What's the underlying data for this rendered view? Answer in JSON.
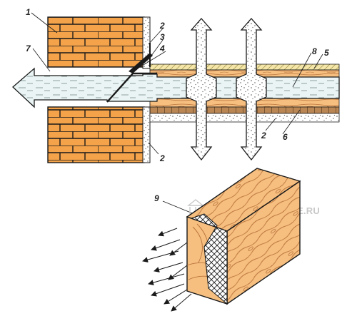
{
  "watermark": {
    "text": "PARTHENON-HOUSE.RU",
    "logo_icon": "temple-icon"
  },
  "callouts": {
    "n1": "1",
    "n2_top": "2",
    "n3": "3",
    "n4": "4",
    "n5": "5",
    "n6": "6",
    "n7": "7",
    "n8": "8",
    "n2_right": "2",
    "n2_bottom": "2",
    "n9": "9"
  },
  "colors": {
    "brick": "#f5a34a",
    "wood": "#f6bf80",
    "grain": "#b9733b",
    "moisture": "#eaf4f4",
    "insulation_strip": "#f3e6a8",
    "outline": "#1a1a1a"
  }
}
